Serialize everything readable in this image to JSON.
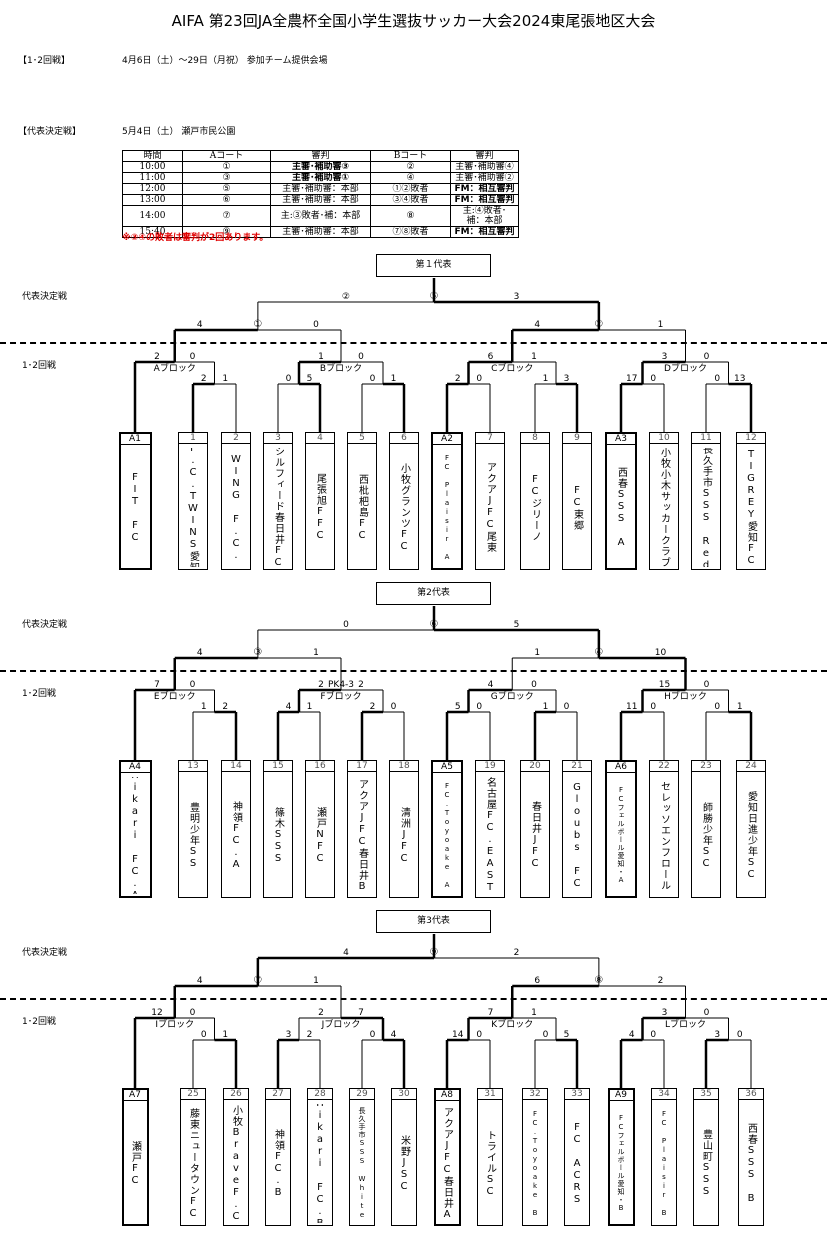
{
  "title": "AIFA 第23回JA全農杯全国小学生選抜サッカー大会2024東尾張地区大会",
  "round12_label": "【1･2回戦】",
  "round12_info": "4月6日（土）～29日（月祝） 参加チーム提供会場",
  "final_label": "【代表決定戦】",
  "final_info": "5月4日（土） 瀬戸市民公園",
  "schedule": {
    "headers": [
      "時間",
      "Aコート",
      "審判",
      "Bコート",
      "審判"
    ],
    "rows": [
      [
        "10:00",
        "①",
        "主審･補助審③",
        "②",
        "主審･補助審④"
      ],
      [
        "11:00",
        "③",
        "主審･補助審①",
        "④",
        "主審･補助審②"
      ],
      [
        "12:00",
        "⑤",
        "主審･補助審：本部",
        "①②敗者",
        "FM：相互審判"
      ],
      [
        "13:00",
        "⑥",
        "主審･補助審：本部",
        "③④敗者",
        "FM：相互審判"
      ],
      [
        "14:00",
        "⑦",
        "主:③敗者･補：本部",
        "⑧",
        "主:④敗者･補：本部"
      ],
      [
        "15:40",
        "⑨",
        "主審･補助審：本部",
        "⑦⑧敗者",
        "FM：相互審判"
      ]
    ],
    "note": "※③④の敗者は審判が2回あります。"
  },
  "side_final": "代表決定戦",
  "side_r12": "1･2回戦",
  "sections": [
    {
      "rep": "第１代表",
      "m_top": [
        "②",
        "⑤",
        "3"
      ],
      "m_left": [
        "4",
        "①",
        "0"
      ],
      "m_right": [
        "4",
        "②",
        "1"
      ],
      "blocks": [
        {
          "name": "Aブロック",
          "s": [
            "2",
            "0"
          ],
          "q": [
            "2",
            "1"
          ]
        },
        {
          "name": "Bブロック",
          "s": [
            "1",
            "0"
          ],
          "q": [
            "0",
            "5",
            "0",
            "1"
          ]
        },
        {
          "name": "Cブロック",
          "s": [
            "6",
            "1"
          ],
          "q": [
            "2",
            "0",
            "1",
            "3"
          ]
        },
        {
          "name": "Dブロック",
          "s": [
            "3",
            "0"
          ],
          "q": [
            "17",
            "0",
            "0",
            "13"
          ]
        }
      ],
      "teams": [
        [
          "A1",
          "FIT FC"
        ],
        [
          "1",
          "F.C.TWINS愛知"
        ],
        [
          "2",
          "WING F.C."
        ],
        [
          "3",
          "シルフィード春日井FC"
        ],
        [
          "4",
          "尾張旭FFC"
        ],
        [
          "5",
          "西枇杷島FC"
        ],
        [
          "6",
          "小牧グランツFC"
        ],
        [
          "A2",
          "FC Plaisir A"
        ],
        [
          "7",
          "アクアJFC尾東"
        ],
        [
          "8",
          "FCジリーノ"
        ],
        [
          "9",
          "FC東郷"
        ],
        [
          "A3",
          "西春SSS A"
        ],
        [
          "10",
          "小牧小木サッカークラブ"
        ],
        [
          "11",
          "長久手市SSS Red"
        ],
        [
          "12",
          "TIGREY愛知FC"
        ]
      ]
    },
    {
      "rep": "第2代表",
      "m_top": [
        "0",
        "⑥",
        "5"
      ],
      "m_left": [
        "4",
        "③",
        "1"
      ],
      "m_right": [
        "1",
        "④",
        "10"
      ],
      "blocks": [
        {
          "name": "Eブロック",
          "s": [
            "7",
            "0"
          ],
          "q": [
            "1",
            "2"
          ]
        },
        {
          "name": "Fブロック",
          "pk": "PK4-3",
          "s": [
            "2",
            "2"
          ],
          "q": [
            "4",
            "1",
            "2",
            "0"
          ]
        },
        {
          "name": "Gブロック",
          "s": [
            "4",
            "0"
          ],
          "q": [
            "5",
            "0",
            "1",
            "0"
          ]
        },
        {
          "name": "Hブロック",
          "s": [
            "15",
            "0"
          ],
          "q": [
            "11",
            "0",
            "0",
            "1"
          ]
        }
      ],
      "teams": [
        [
          "A4",
          "Hikari FC.A"
        ],
        [
          "13",
          "豊明少年SS"
        ],
        [
          "14",
          "神領FC.A"
        ],
        [
          "15",
          "篠木SSS"
        ],
        [
          "16",
          "瀬戸NFC"
        ],
        [
          "17",
          "アクアJFC春日井B"
        ],
        [
          "18",
          "清洲JFC"
        ],
        [
          "A5",
          "FC.Toyoake A"
        ],
        [
          "19",
          "名古屋FC.EAST"
        ],
        [
          "20",
          "春日井JFC"
        ],
        [
          "21",
          "Gloubs FC"
        ],
        [
          "A6",
          "FCフェルボール愛知・A"
        ],
        [
          "22",
          "セレッソエンフロール"
        ],
        [
          "23",
          "師勝少年SC"
        ],
        [
          "24",
          "愛知日進少年SC"
        ]
      ]
    },
    {
      "rep": "第3代表",
      "m_top": [
        "4",
        "⑨",
        "2"
      ],
      "m_left": [
        "4",
        "⑦",
        "1"
      ],
      "m_right": [
        "6",
        "⑧",
        "2"
      ],
      "blocks": [
        {
          "name": "Iブロック",
          "s": [
            "12",
            "0"
          ],
          "q": [
            "0",
            "1"
          ]
        },
        {
          "name": "Jブロック",
          "s": [
            "2",
            "7"
          ],
          "q": [
            "3",
            "2",
            "0",
            "4"
          ]
        },
        {
          "name": "Kブロック",
          "s": [
            "7",
            "1"
          ],
          "q": [
            "14",
            "0",
            "0",
            "5"
          ]
        },
        {
          "name": "Lブロック",
          "s": [
            "3",
            "0"
          ],
          "q": [
            "4",
            "0",
            "3",
            "0"
          ]
        }
      ],
      "teams": [
        [
          "A7",
          "瀬戸FC"
        ],
        [
          "25",
          "藤東ニュータウンFC"
        ],
        [
          "26",
          "小牧BraveF.C"
        ],
        [
          "27",
          "神領FC.B"
        ],
        [
          "28",
          "Hikari FC.B"
        ],
        [
          "29",
          "長久手市SSS White"
        ],
        [
          "30",
          "米野JSC"
        ],
        [
          "A8",
          "アクアJFC春日井A"
        ],
        [
          "31",
          "トライルSC"
        ],
        [
          "32",
          "FC.Toyoake B"
        ],
        [
          "33",
          "FC ACRS"
        ],
        [
          "A9",
          "FCフェルボール愛知・B"
        ],
        [
          "34",
          "FC Plaisir B"
        ],
        [
          "35",
          "豊山町SSS"
        ],
        [
          "36",
          "西春SSS B"
        ]
      ]
    }
  ]
}
